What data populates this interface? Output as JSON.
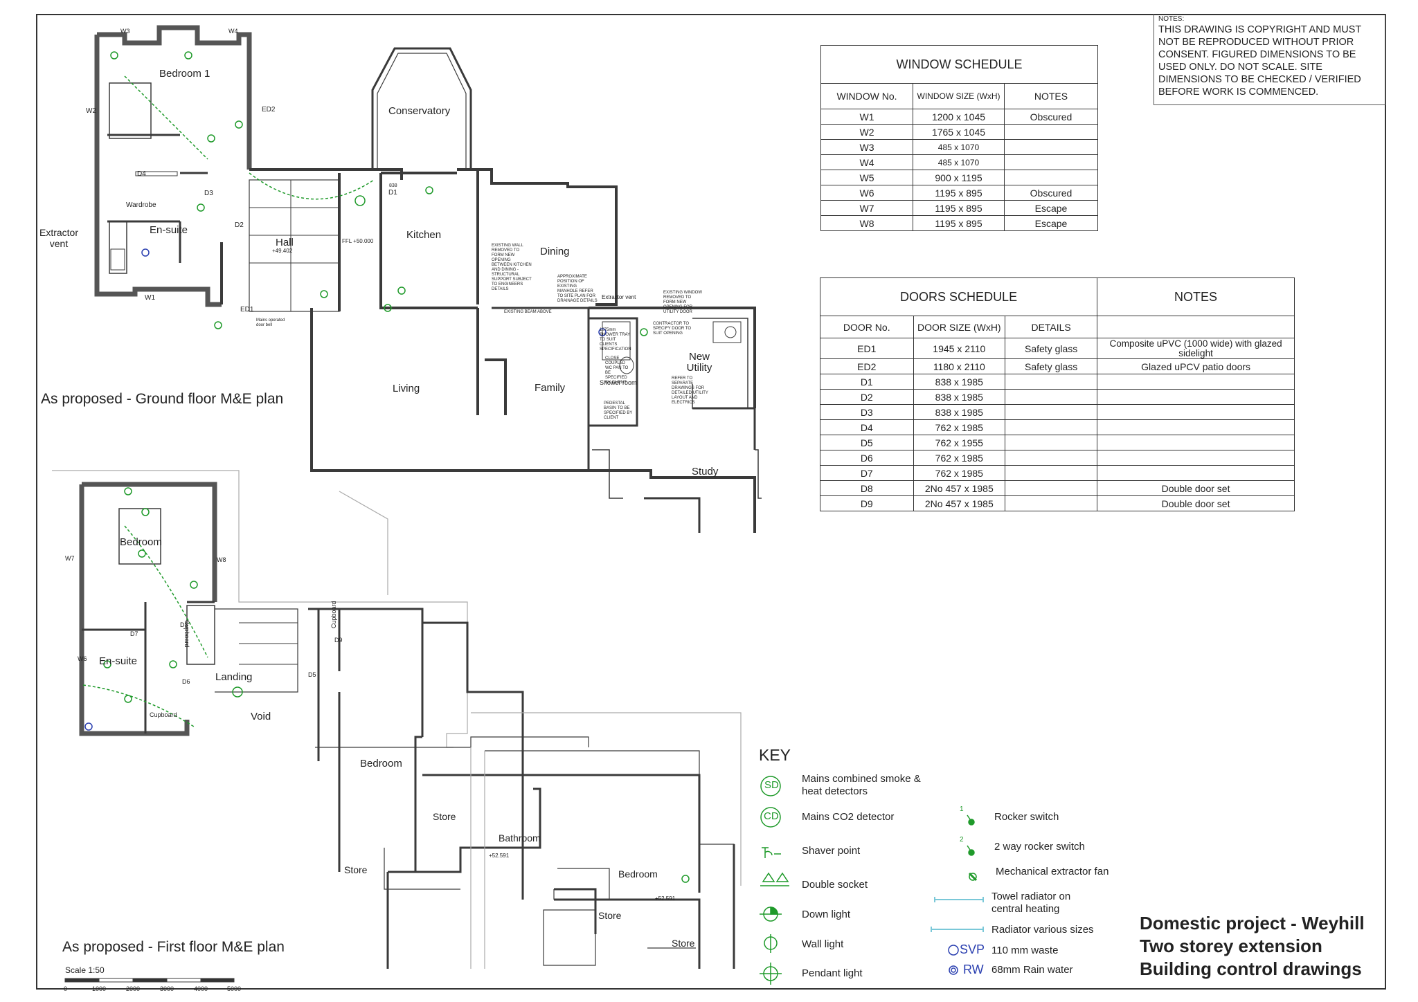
{
  "notes": {
    "heading": "NOTES:",
    "text": "THIS DRAWING IS COPYRIGHT AND MUST NOT BE REPRODUCED WITHOUT PRIOR CONSENT. FIGURED DIMENSIONS TO BE USED ONLY. DO NOT SCALE. SITE DIMENSIONS TO BE CHECKED / VERIFIED BEFORE WORK IS COMMENCED."
  },
  "window_schedule": {
    "title": "WINDOW SCHEDULE",
    "headers": [
      "WINDOW No.",
      "WINDOW SIZE (WxH)",
      "NOTES"
    ],
    "rows": [
      [
        "W1",
        "1200 x 1045",
        "Obscured"
      ],
      [
        "W2",
        "1765 x 1045",
        ""
      ],
      [
        "W3",
        "485 x 1070",
        ""
      ],
      [
        "W4",
        "485 x 1070",
        ""
      ],
      [
        "W5",
        "900 x 1195",
        ""
      ],
      [
        "W6",
        "1195 x 895",
        "Obscured"
      ],
      [
        "W7",
        "1195 x 895",
        "Escape"
      ],
      [
        "W8",
        "1195 x 895",
        "Escape"
      ]
    ]
  },
  "doors_schedule": {
    "title": "DOORS SCHEDULE",
    "notes_title": "NOTES",
    "headers": [
      "DOOR No.",
      "DOOR SIZE (WxH)",
      "DETAILS"
    ],
    "rows": [
      [
        "ED1",
        "1945 x 2110",
        "Safety glass",
        "Composite uPVC (1000 wide) with glazed sidelight"
      ],
      [
        "ED2",
        "1180 x 2110",
        "Safety glass",
        "Glazed uPCV patio doors"
      ],
      [
        "D1",
        "838 x 1985",
        "",
        ""
      ],
      [
        "D2",
        "838 x 1985",
        "",
        ""
      ],
      [
        "D3",
        "838 x 1985",
        "",
        ""
      ],
      [
        "D4",
        "762 x 1985",
        "",
        ""
      ],
      [
        "D5",
        "762 x 1955",
        "",
        ""
      ],
      [
        "D6",
        "762 x 1985",
        "",
        ""
      ],
      [
        "D7",
        "762 x 1985",
        "",
        ""
      ],
      [
        "D8",
        "2No 457 x 1985",
        "",
        "Double door set"
      ],
      [
        "D9",
        "2No 457 x 1985",
        "",
        "Double door set"
      ]
    ]
  },
  "ground_floor": {
    "title": "As proposed - Ground floor M&E plan",
    "rooms": {
      "bedroom1": "Bedroom 1",
      "ensuite": "En-suite",
      "wardrobe": "Wardrobe",
      "hall": "Hall",
      "kitchen": "Kitchen",
      "conservatory": "Conservatory",
      "dining": "Dining",
      "living": "Living",
      "family": "Family",
      "new_utility": "New Utility",
      "study": "Study",
      "shower_room": "Shower room"
    },
    "labels": {
      "w1": "W1",
      "w2": "W2",
      "w3": "W3",
      "w4": "W4",
      "ed1": "ED1",
      "ed2": "ED2",
      "d1": "D1",
      "d2": "D2",
      "d3": "D3",
      "d4": "D4",
      "extractor_vent": "Extractor vent",
      "extractor_vent2": "Extractor vent",
      "hall_level": "+49.402",
      "ffl": "FFL +50.000",
      "d1_size": "838",
      "bell": "Mains operated door bell",
      "existing_wall": "EXISTING WALL REMOVED TO FORM NEW OPENING BETWEEN KITCHEN AND DINING - STRUCTURAL SUPPORT SUBJECT TO ENGINEERS DETAILS",
      "manhole": "APPROXIMATE POSITION OF EXISTING MANHOLE REFER TO SITE PLAN FOR DRAINAGE DETAILS",
      "existing_beam": "EXISTING BEAM ABOVE",
      "existing_window": "EXISTING WINDOW REMOVED TO FORM NEW OPENING FOR UTILITY DOOR",
      "contractor_door": "CONTRACTOR TO SPECIFY DOOR TO SUIT OPENING",
      "utility_note": "REFER TO SEPARATE DRAWINGS FOR DETAILED UTILITY LAYOUT AND ELECTRICS",
      "shower_tray": "1075mm SHOWER TRAY TO SUIT CLIENTS SPECIFICATION",
      "wc_note": "CLOSE COUPLED WC PAN TO BE SPECIFIED BY CLIENT",
      "basin_note": "PEDESTAL BASIN TO BE SPECIFIED BY CLIENT"
    }
  },
  "first_floor": {
    "title": "As proposed - First floor M&E plan",
    "rooms": {
      "bedroom": "Bedroom",
      "ensuite": "En-suite",
      "landing": "Landing",
      "void": "Void",
      "cupboard1": "Cupboard",
      "cupboard2": "Cupboard",
      "cupboard3": "Cupboard",
      "bedroom2": "Bedroom",
      "store1": "Store",
      "store2": "Store",
      "store3": "Store",
      "store4": "Store",
      "bathroom": "Bathroom",
      "bedroom3": "Bedroom"
    },
    "labels": {
      "w6": "W6",
      "w7": "W7",
      "w8": "W8",
      "d5": "D5",
      "d6": "D6",
      "d7": "D7",
      "d8": "D8",
      "d9": "D9",
      "level1": "+52.591",
      "level2": "+52.591"
    },
    "scale_title": "Scale 1:50",
    "scale_ticks": [
      "0",
      "1000",
      "2000",
      "3000",
      "4000",
      "5000"
    ]
  },
  "key": {
    "title": "KEY",
    "items": [
      {
        "sym": "SD",
        "label": "Mains combined smoke & heat detectors"
      },
      {
        "sym": "CD",
        "label": "Mains CO2 detector"
      },
      {
        "sym": "shaver",
        "label": "Shaver point"
      },
      {
        "sym": "socket",
        "label": "Double socket"
      },
      {
        "sym": "downlight",
        "label": "Down light"
      },
      {
        "sym": "walllight",
        "label": "Wall light"
      },
      {
        "sym": "pendant",
        "label": "Pendant light"
      }
    ],
    "items2": [
      {
        "sym": "1",
        "label": "Rocker switch"
      },
      {
        "sym": "2",
        "label": "2 way rocker switch"
      },
      {
        "sym": "fan",
        "label": "Mechanical extractor fan"
      },
      {
        "sym": "towel",
        "label": "Towel radiator on central heating"
      },
      {
        "sym": "radiator",
        "label": "Radiator various sizes"
      },
      {
        "sym": "SVP",
        "label": "110 mm waste"
      },
      {
        "sym": "RW",
        "label": "68mm Rain water"
      }
    ]
  },
  "project": {
    "line1": "Domestic project - Weyhill",
    "line2": "Two storey extension",
    "line3": "Building control drawings"
  },
  "colors": {
    "line": "#3a3a3a",
    "green": "#1f9a2a",
    "blue": "#2a3fb0",
    "cyan": "#7ac8d8",
    "grey": "#bbbbbb"
  }
}
